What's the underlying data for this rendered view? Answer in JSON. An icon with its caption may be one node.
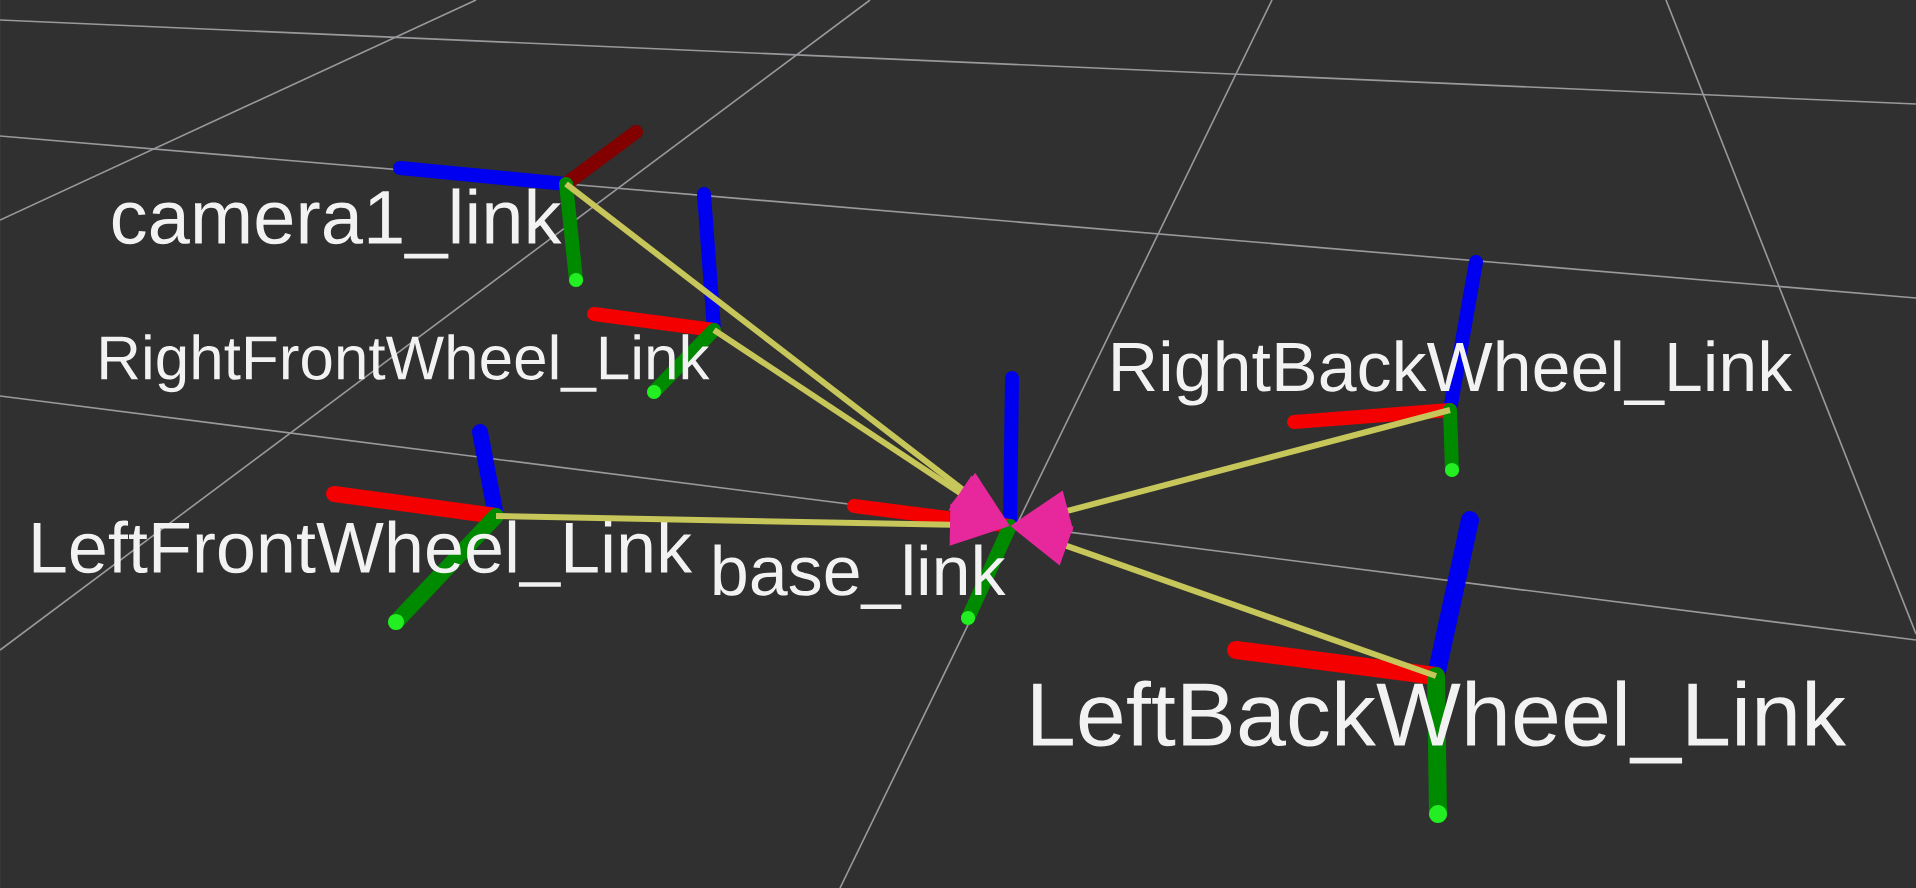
{
  "diagram": {
    "nodes": [
      {
        "text": [
          "camera1_link"
        ]
      },
      {
        "text": [
          "RightFrontWheel_Link"
        ]
      },
      {
        "text": [
          "RightBackWheel_Link"
        ]
      },
      {
        "text": [
          "LeftFrontWheel_Link"
        ]
      },
      {
        "text": [
          "base_link"
        ]
      },
      {
        "text": [
          "LeftBackWheel_Link"
        ]
      }
    ],
    "edges": [
      {
        "from": 0,
        "to": 4,
        "arrow": "to"
      },
      {
        "from": 1,
        "to": 4,
        "arrow": "to"
      },
      {
        "from": 2,
        "to": 4,
        "arrow": "to"
      },
      {
        "from": 3,
        "to": 4,
        "arrow": "to"
      },
      {
        "from": 5,
        "to": 4,
        "arrow": "to"
      }
    ]
  }
}
